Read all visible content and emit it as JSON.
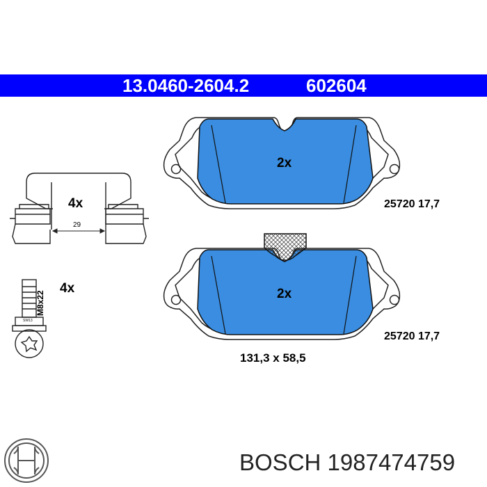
{
  "header": {
    "part_number": "13.0460-2604.2",
    "ref_number": "602604"
  },
  "pads": {
    "top_qty": "2x",
    "top_spec": "25720 17,7",
    "bottom_qty": "2x",
    "bottom_spec": "25720 17,7",
    "dimensions": "131,3 x 58,5"
  },
  "clip": {
    "qty": "4x",
    "dimension": "29"
  },
  "bolt": {
    "qty": "4x",
    "size": "M8x22",
    "wrench": "SW13"
  },
  "brand": {
    "name": "BOSCH",
    "article": "1987474759"
  },
  "colors": {
    "header_bg": "#0000ff",
    "pad_fill": "#3a8de0"
  },
  "icons": {
    "brand_logo": "bosch-armature-logo"
  }
}
